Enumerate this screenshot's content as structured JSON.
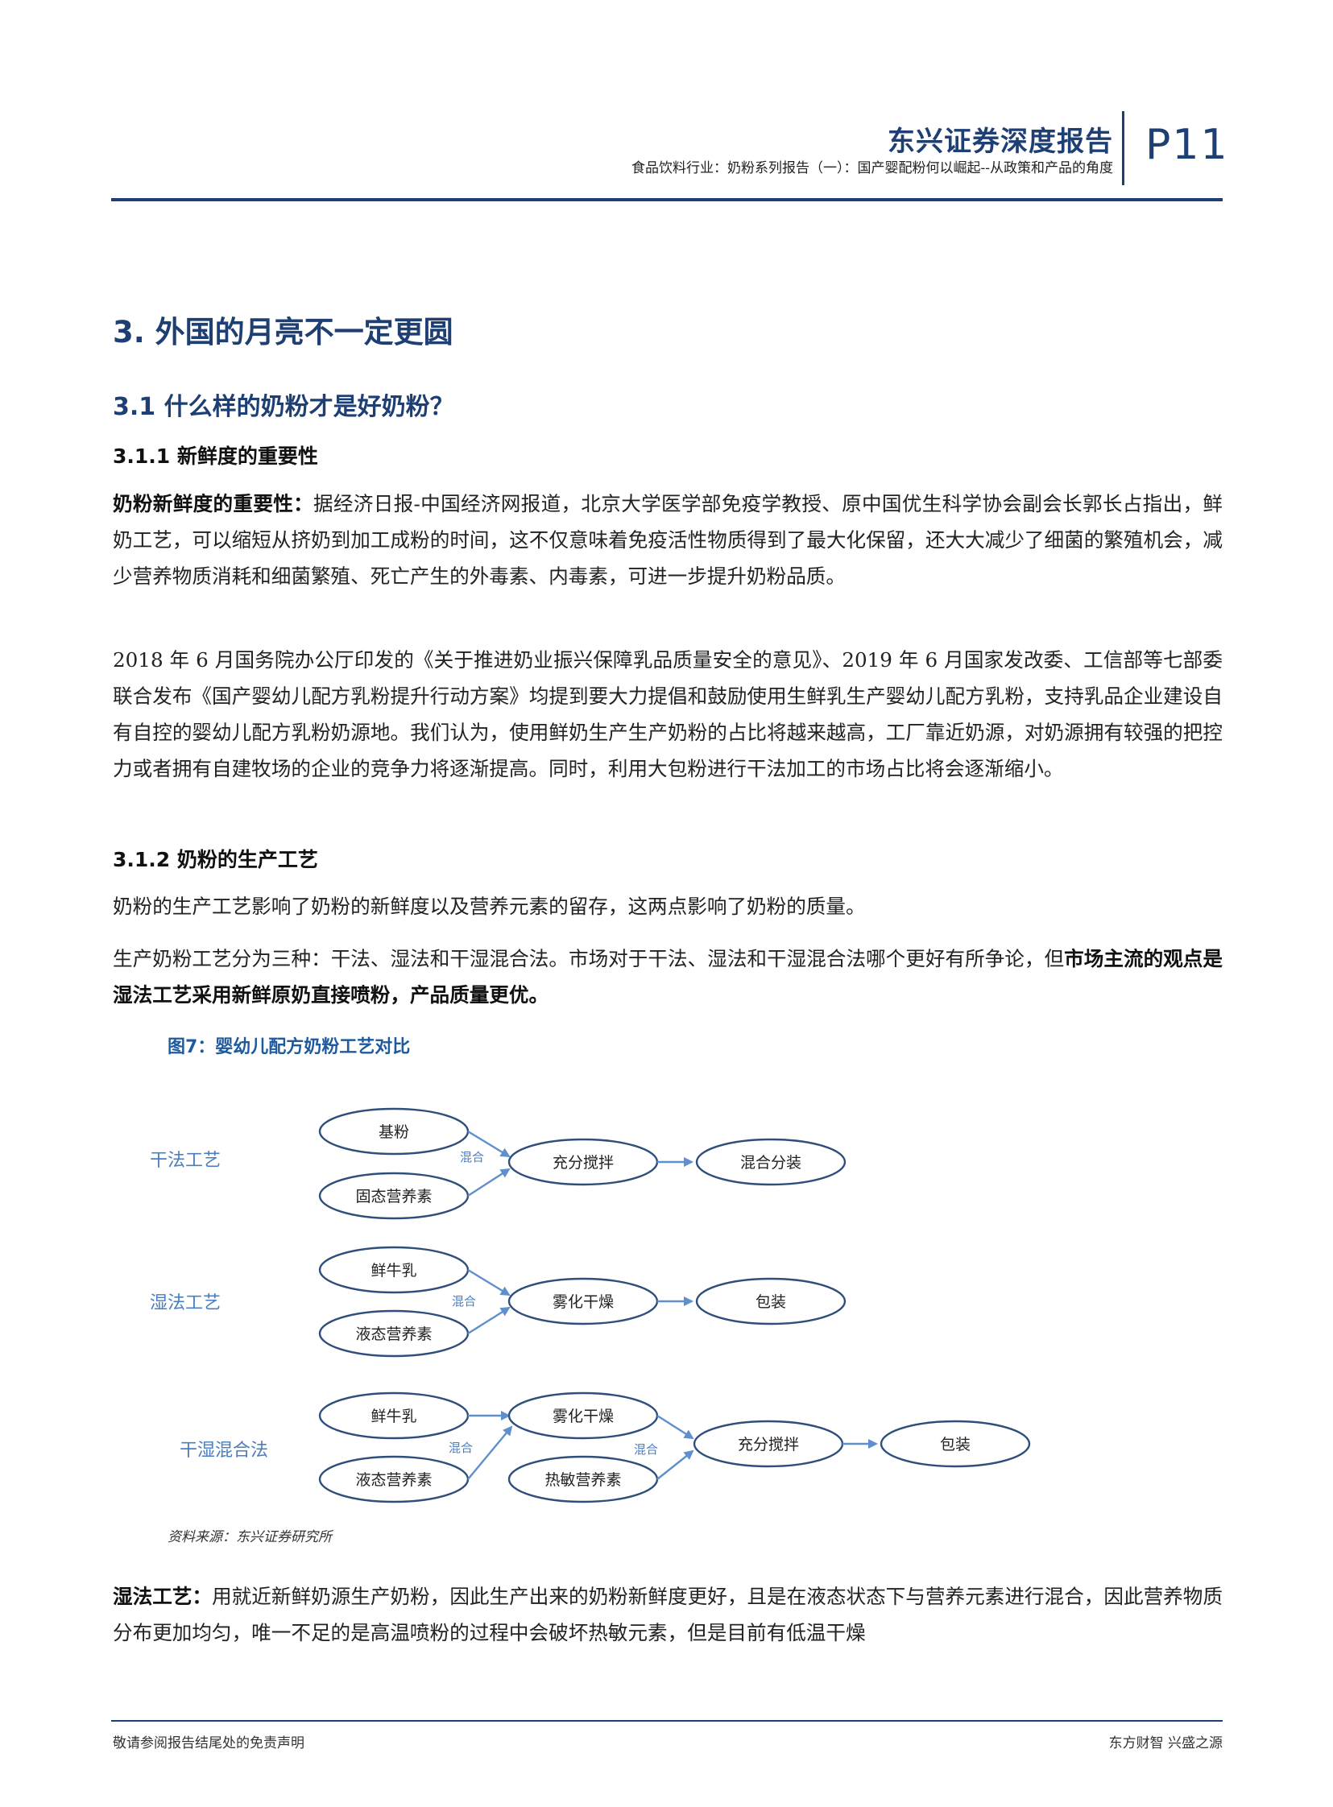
{
  "header": {
    "brand": "东兴证券深度报告",
    "subtitle": "食品饮料行业：奶粉系列报告（一）：国产婴配粉何以崛起--从政策和产品的角度",
    "page": "P11"
  },
  "section": {
    "h1": "3. 外国的月亮不一定更圆",
    "h2": "3.1 什么样的奶粉才是好奶粉？",
    "h3_a": "3.1.1 新鲜度的重要性",
    "para1_bold": "奶粉新鲜度的重要性：",
    "para1_text": "据经济日报-中国经济网报道，北京大学医学部免疫学教授、原中国优生科学协会副会长郭长占指出，鲜奶工艺，可以缩短从挤奶到加工成粉的时间，这不仅意味着免疫活性物质得到了最大化保留，还大大减少了细菌的繁殖机会，减少营养物质消耗和细菌繁殖、死亡产生的外毒素、内毒素，可进一步提升奶粉品质。",
    "para2": "2018 年 6 月国务院办公厅印发的《关于推进奶业振兴保障乳品质量安全的意见》、2019 年 6 月国家发改委、工信部等七部委联合发布《国产婴幼儿配方乳粉提升行动方案》均提到要大力提倡和鼓励使用生鲜乳生产婴幼儿配方乳粉，支持乳品企业建设自有自控的婴幼儿配方乳粉奶源地。我们认为，使用鲜奶生产生产奶粉的占比将越来越高，工厂靠近奶源，对奶源拥有较强的把控力或者拥有自建牧场的企业的竞争力将逐渐提高。同时，利用大包粉进行干法加工的市场占比将会逐渐缩小。",
    "h3_b": "3.1.2 奶粉的生产工艺",
    "para3": "奶粉的生产工艺影响了奶粉的新鲜度以及营养元素的留存，这两点影响了奶粉的质量。",
    "para4_text": "生产奶粉工艺分为三种：干法、湿法和干湿混合法。市场对于干法、湿法和干湿混合法哪个更好有所争论，但",
    "para4_bold": "市场主流的观点是湿法工艺采用新鲜原奶直接喷粉，产品质量更优。",
    "para5_bold": "湿法工艺：",
    "para5_text": "用就近新鲜奶源生产奶粉，因此生产出来的奶粉新鲜度更好，且是在液态状态下与营养元素进行混合，因此营养物质分布更加均匀，唯一不足的是高温喷粉的过程中会破坏热敏元素，但是目前有低温干燥"
  },
  "figure": {
    "title": "图7：婴幼儿配方奶粉工艺对比",
    "source": "资料来源：东兴证券研究所",
    "dry": {
      "label": "干法工艺",
      "input1": "基粉",
      "input2": "固态营养素",
      "mix": "混合",
      "step1": "充分搅拌",
      "step2": "混合分装"
    },
    "wet": {
      "label": "湿法工艺",
      "input1": "鲜牛乳",
      "input2": "液态营养素",
      "mix": "混合",
      "step1": "雾化干燥",
      "step2": "包装"
    },
    "hybrid": {
      "label": "干湿混合法",
      "input1": "鲜牛乳",
      "input2": "液态营养素",
      "mix1": "混合",
      "step1": "雾化干燥",
      "input3": "热敏营养素",
      "mix2": "混合",
      "step2": "充分搅拌",
      "step3": "包装"
    }
  },
  "footer": {
    "left": "敬请参阅报告结尾处的免责声明",
    "right": "东方财智 兴盛之源"
  },
  "colors": {
    "navy": "#1e3f74",
    "diagram_blue": "#4a7ec0",
    "node_stroke": "#2f4e7c"
  }
}
